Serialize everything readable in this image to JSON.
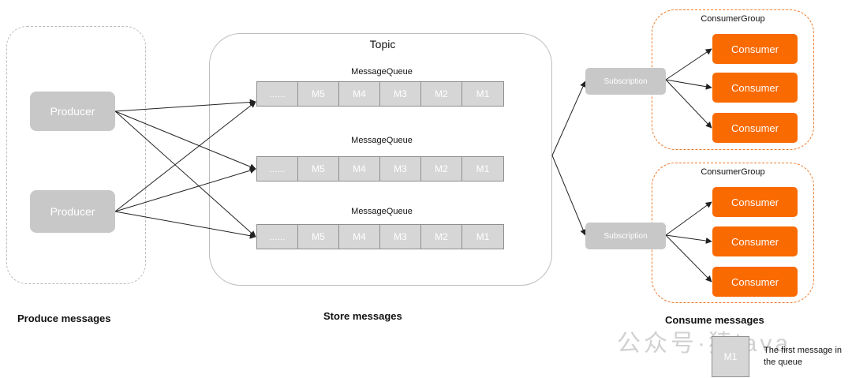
{
  "stages": {
    "produce": "Produce messages",
    "store": "Store messages",
    "consume": "Consume messages"
  },
  "producers": [
    "Producer",
    "Producer"
  ],
  "topic": {
    "title": "Topic",
    "queues": [
      {
        "title": "MessageQueue",
        "cells": [
          "......",
          "M5",
          "M4",
          "M3",
          "M2",
          "M1"
        ]
      },
      {
        "title": "MessageQueue",
        "cells": [
          "......",
          "M5",
          "M4",
          "M3",
          "M2",
          "M1"
        ]
      },
      {
        "title": "MessageQueue",
        "cells": [
          "......",
          "M5",
          "M4",
          "M3",
          "M2",
          "M1"
        ]
      }
    ]
  },
  "subscriptions": [
    "Subscription",
    "Subscription"
  ],
  "consumer_groups": [
    {
      "title": "ConsumerGroup",
      "consumers": [
        "Consumer",
        "Consumer",
        "Consumer"
      ]
    },
    {
      "title": "ConsumerGroup",
      "consumers": [
        "Consumer",
        "Consumer",
        "Consumer"
      ]
    }
  ],
  "legend": {
    "cell": "M1",
    "text": "The first message in the queue"
  },
  "watermark": "公众号·猿java",
  "colors": {
    "consumer": "#f96a00",
    "group_border": "#f07a2b",
    "neutral_box": "#c8c8c8",
    "queue_cell": "#d6d6d6"
  }
}
